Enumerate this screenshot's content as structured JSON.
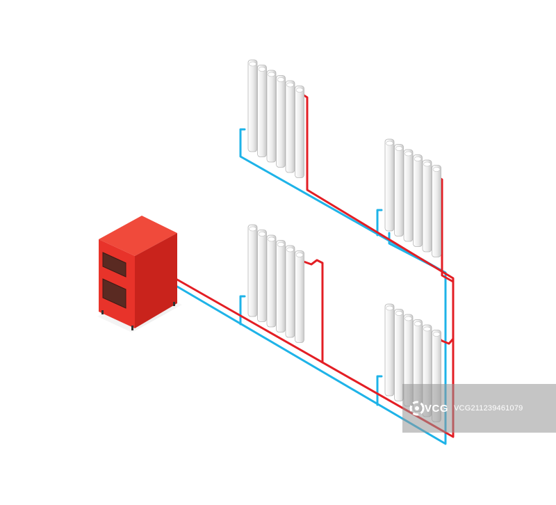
{
  "diagram": {
    "components": [
      {
        "id": "boiler",
        "name": "Boiler"
      },
      {
        "id": "radiator-upper-left",
        "name": "Radiator"
      },
      {
        "id": "radiator-upper-right",
        "name": "Radiator"
      },
      {
        "id": "radiator-lower-left",
        "name": "Radiator"
      },
      {
        "id": "radiator-lower-right",
        "name": "Radiator"
      }
    ],
    "pipes": [
      {
        "type": "supply",
        "color": "#e31e24"
      },
      {
        "type": "return",
        "color": "#1eb3e8"
      }
    ],
    "colors": {
      "boiler_front": "#e8332a",
      "boiler_side": "#c9231c",
      "boiler_top": "#f04a3b",
      "door": "#5a2a22",
      "radiator": "#f2f2f2"
    }
  },
  "watermark": {
    "logo": "VCG",
    "id": "VCG211239461079"
  }
}
